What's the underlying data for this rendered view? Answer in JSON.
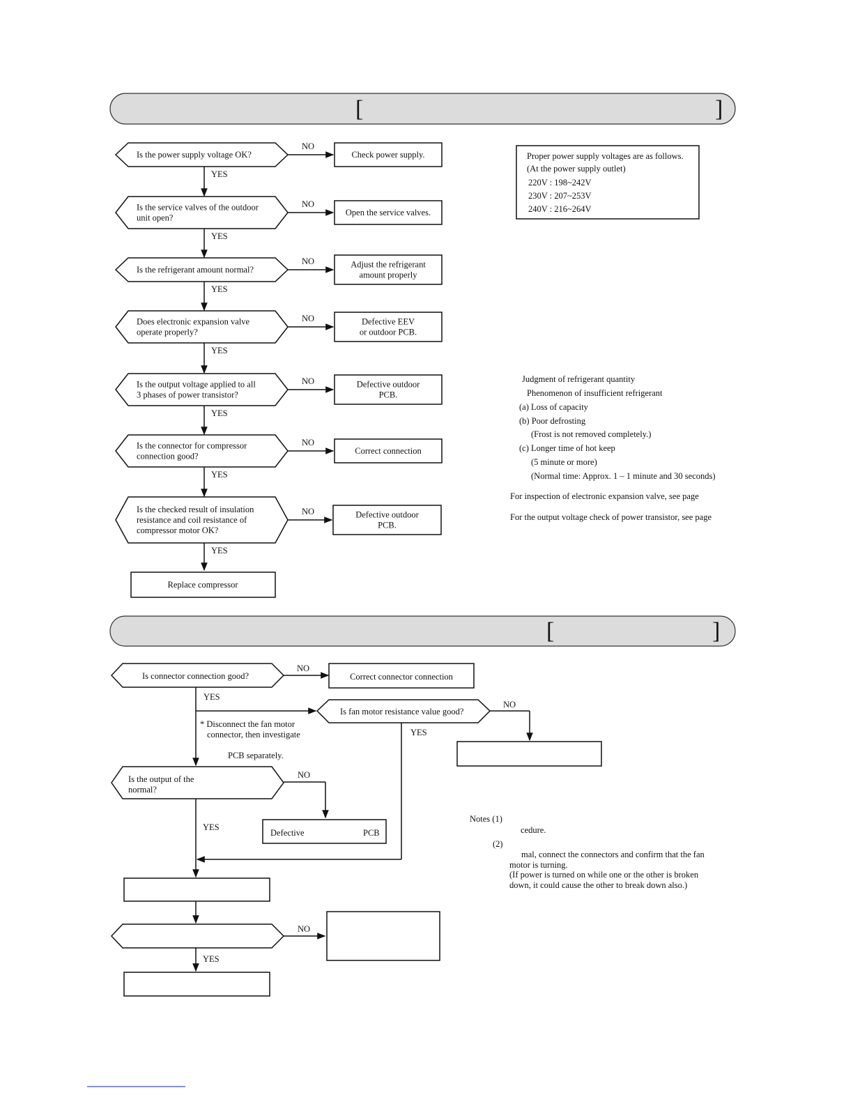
{
  "section1": {
    "header": {
      "bracket_open": "[",
      "bracket_close": "]"
    },
    "decisions": [
      {
        "lines": [
          "Is the power supply voltage OK?"
        ]
      },
      {
        "lines": [
          "Is the service valves of the outdoor",
          "unit open?"
        ]
      },
      {
        "lines": [
          "Is the refrigerant amount normal?"
        ]
      },
      {
        "lines": [
          "Does electronic expansion valve",
          "operate properly?"
        ]
      },
      {
        "lines": [
          "Is the output voltage applied to all",
          "3 phases of power transistor?"
        ]
      },
      {
        "lines": [
          "Is the connector for compressor",
          "connection good?"
        ]
      },
      {
        "lines": [
          "Is the checked result of insulation",
          "resistance and coil resistance of",
          "compressor motor OK?"
        ]
      }
    ],
    "actions": [
      {
        "lines": [
          "Check power supply."
        ]
      },
      {
        "lines": [
          "Open the service valves."
        ]
      },
      {
        "lines": [
          "Adjust the refrigerant",
          "amount properly"
        ]
      },
      {
        "lines": [
          "Defective EEV",
          "or outdoor        PCB."
        ]
      },
      {
        "lines": [
          "Defective outdoor",
          "PCB."
        ]
      },
      {
        "lines": [
          "Correct connection"
        ]
      },
      {
        "lines": [
          "Defective outdoor",
          "PCB."
        ]
      }
    ],
    "final": "Replace compressor",
    "labels": {
      "yes": "YES",
      "no": "NO"
    },
    "voltage_box": [
      "Proper power supply voltages are as follows.",
      "(At the power supply outlet)",
      "220V : 198~242V",
      "230V : 207~253V",
      "240V : 216~264V"
    ],
    "notes": [
      "Judgment of refrigerant quantity",
      "Phenomenon of insufficient refrigerant",
      "(a) Loss of capacity",
      "(b) Poor defrosting",
      "(Frost is not removed completely.)",
      "(c) Longer time of hot keep",
      "(5 minute or more)",
      "(Normal time: Approx. 1 – 1 minute and 30 seconds)",
      "For inspection of electronic expansion valve, see page",
      "For the output voltage check of power transistor, see page"
    ]
  },
  "section2": {
    "header": {
      "bracket_open": "[",
      "bracket_close": "]"
    },
    "decision_connector": "Is connector connection good?",
    "action_connector": "Correct connector connection",
    "decision_resistance": "Is fan motor resistance value good?",
    "disconnect_note": [
      "* Disconnect the fan motor",
      "connector, then investigate",
      "PCB separately."
    ],
    "decision_output": [
      "Is the output of the",
      "normal?"
    ],
    "action_defective": {
      "left": "Defective",
      "right": "PCB"
    },
    "labels": {
      "yes": "YES",
      "no": "NO"
    },
    "notes": {
      "n1_label": "Notes (1)",
      "n1_line": "cedure.",
      "n2_label": "(2)",
      "n2_lines": [
        "mal, connect the connectors and confirm that the fan",
        "motor is turning.",
        "(If power is turned on while one or the other is broken",
        "down, it could cause the other to break down also.)"
      ]
    }
  }
}
